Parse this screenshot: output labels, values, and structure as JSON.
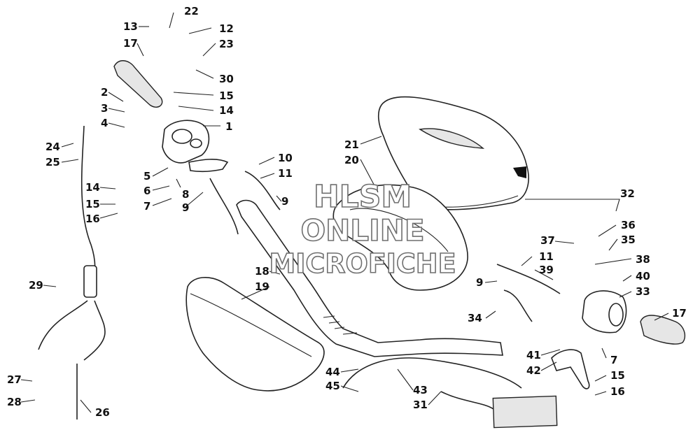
{
  "watermark": {
    "line1": "HLSM",
    "line2": "ONLINE",
    "line3": "MICROFICHE"
  },
  "callouts": [
    {
      "id": "c1",
      "text": "13"
    },
    {
      "id": "c2",
      "text": "22"
    },
    {
      "id": "c3",
      "text": "12"
    },
    {
      "id": "c4",
      "text": "17"
    },
    {
      "id": "c5",
      "text": "23"
    },
    {
      "id": "c6",
      "text": "30"
    },
    {
      "id": "c7",
      "text": "2"
    },
    {
      "id": "c8",
      "text": "15"
    },
    {
      "id": "c9",
      "text": "3"
    },
    {
      "id": "c10",
      "text": "14"
    },
    {
      "id": "c11",
      "text": "4"
    },
    {
      "id": "c12",
      "text": "1"
    },
    {
      "id": "c13",
      "text": "24"
    },
    {
      "id": "c14",
      "text": "25"
    },
    {
      "id": "c15",
      "text": "10"
    },
    {
      "id": "c16",
      "text": "11"
    },
    {
      "id": "c17",
      "text": "5"
    },
    {
      "id": "c18",
      "text": "14"
    },
    {
      "id": "c19",
      "text": "6"
    },
    {
      "id": "c20",
      "text": "8"
    },
    {
      "id": "c21",
      "text": "15"
    },
    {
      "id": "c22",
      "text": "7"
    },
    {
      "id": "c23",
      "text": "9"
    },
    {
      "id": "c24",
      "text": "16"
    },
    {
      "id": "c25",
      "text": "9"
    },
    {
      "id": "c26",
      "text": "21"
    },
    {
      "id": "c27",
      "text": "20"
    },
    {
      "id": "c28",
      "text": "18"
    },
    {
      "id": "c29",
      "text": "19"
    },
    {
      "id": "c30",
      "text": "29"
    },
    {
      "id": "c31",
      "text": "32"
    },
    {
      "id": "c32",
      "text": "37"
    },
    {
      "id": "c33",
      "text": "36"
    },
    {
      "id": "c34",
      "text": "35"
    },
    {
      "id": "c35",
      "text": "11"
    },
    {
      "id": "c36",
      "text": "38"
    },
    {
      "id": "c37",
      "text": "39"
    },
    {
      "id": "c38",
      "text": "9"
    },
    {
      "id": "c39",
      "text": "40"
    },
    {
      "id": "c40",
      "text": "33"
    },
    {
      "id": "c41",
      "text": "34"
    },
    {
      "id": "c42",
      "text": "17"
    },
    {
      "id": "c43",
      "text": "41"
    },
    {
      "id": "c44",
      "text": "7"
    },
    {
      "id": "c45",
      "text": "42"
    },
    {
      "id": "c46",
      "text": "15"
    },
    {
      "id": "c47",
      "text": "16"
    },
    {
      "id": "c48",
      "text": "44"
    },
    {
      "id": "c49",
      "text": "45"
    },
    {
      "id": "c50",
      "text": "43"
    },
    {
      "id": "c51",
      "text": "31"
    },
    {
      "id": "c52",
      "text": "27"
    },
    {
      "id": "c53",
      "text": "28"
    },
    {
      "id": "c54",
      "text": "26"
    }
  ]
}
